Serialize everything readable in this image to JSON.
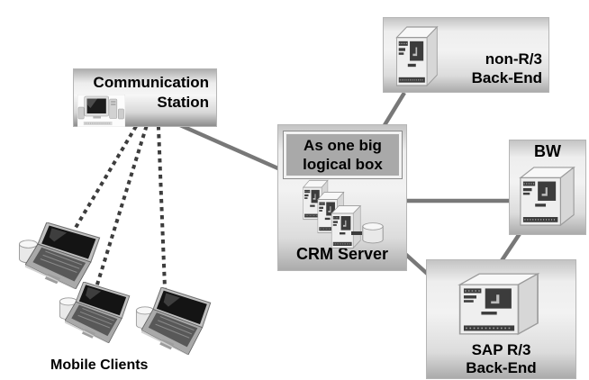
{
  "diagram": {
    "kind": "network-architecture",
    "nodes": {
      "communication_station": {
        "line1": "Communication",
        "line2": "Station"
      },
      "non_r3_backend": {
        "line1": "non-R/3",
        "line2": "Back-End"
      },
      "bw": {
        "label": "BW"
      },
      "crm_server": {
        "label": "CRM Server",
        "annotation_line1": "As one big",
        "annotation_line2": "logical box"
      },
      "sap_r3_backend": {
        "line1": "SAP R/3",
        "line2": "Back-End"
      },
      "mobile_clients": {
        "label": "Mobile Clients",
        "count": 3
      }
    },
    "connections": [
      {
        "from": "communication_station",
        "to": "crm_server",
        "style": "solid"
      },
      {
        "from": "communication_station",
        "to": "mobile_client_1",
        "style": "dashed"
      },
      {
        "from": "communication_station",
        "to": "mobile_client_2",
        "style": "dashed"
      },
      {
        "from": "communication_station",
        "to": "mobile_client_3",
        "style": "dashed"
      },
      {
        "from": "crm_server",
        "to": "non_r3_backend",
        "style": "solid"
      },
      {
        "from": "crm_server",
        "to": "bw",
        "style": "solid"
      },
      {
        "from": "crm_server",
        "to": "sap_r3_backend",
        "style": "solid"
      },
      {
        "from": "bw",
        "to": "sap_r3_backend",
        "style": "solid"
      }
    ],
    "icons": {
      "communication_station": "workstation-icon",
      "non_r3_backend": "server-tower-icon",
      "bw": "server-tower-icon",
      "sap_r3_backend": "server-tower-icon",
      "crm_server": "server-stack-with-database-icon",
      "mobile_clients": "laptop-with-database-icon"
    },
    "colors": {
      "background": "#ffffff",
      "box_fill_top": "#c4c4c4",
      "box_fill_mid": "#f2f2f2",
      "box_fill_bottom": "#ababab",
      "annotation_fill": "#a9a9a9",
      "annotation_border": "#f2f2f2",
      "solid_line": "#787878",
      "dashed_line": "#3d3d3d",
      "text": "#000000"
    }
  }
}
